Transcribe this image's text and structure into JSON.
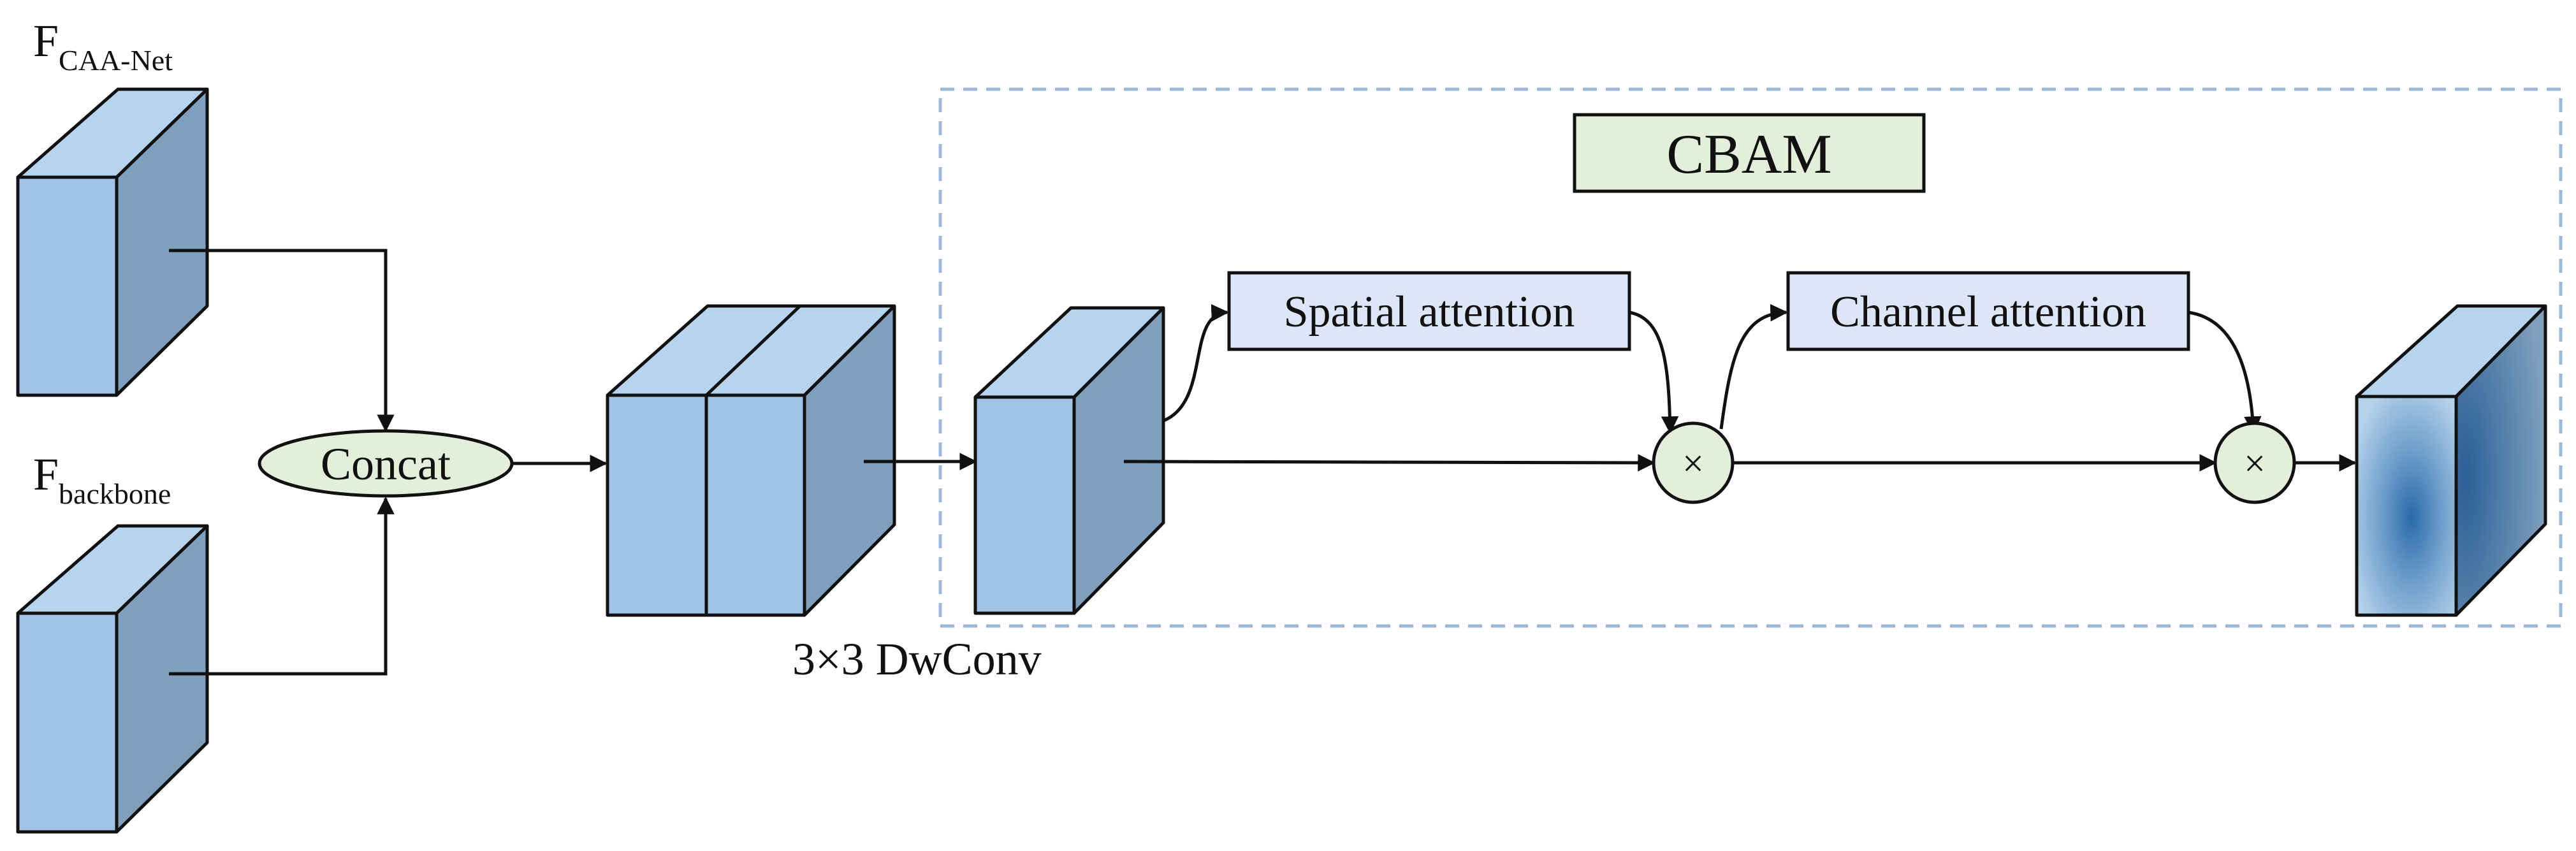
{
  "inputs": {
    "caa_net": {
      "main": "F",
      "sub": "CAA-Net"
    },
    "backbone": {
      "main": "F",
      "sub": "backbone"
    }
  },
  "concat_label": "Concat",
  "dwconv_label": "3×3 DwConv",
  "cbam": {
    "title": "CBAM",
    "spatial_label": "Spatial attention",
    "channel_label": "Channel attention",
    "multiply_symbol": "×"
  },
  "colors": {
    "cube_front": "#a0c4e6",
    "cube_top": "#b6d4ee",
    "cube_side": "#7f9fbc",
    "concat_fill": "#e3efd9",
    "cbam_title_fill": "#e3efd9",
    "attention_fill": "#dce6f6",
    "multiply_fill": "#e3efd9",
    "cbam_border": "#9ab8d8",
    "output_glow": "#2a6aa9"
  }
}
